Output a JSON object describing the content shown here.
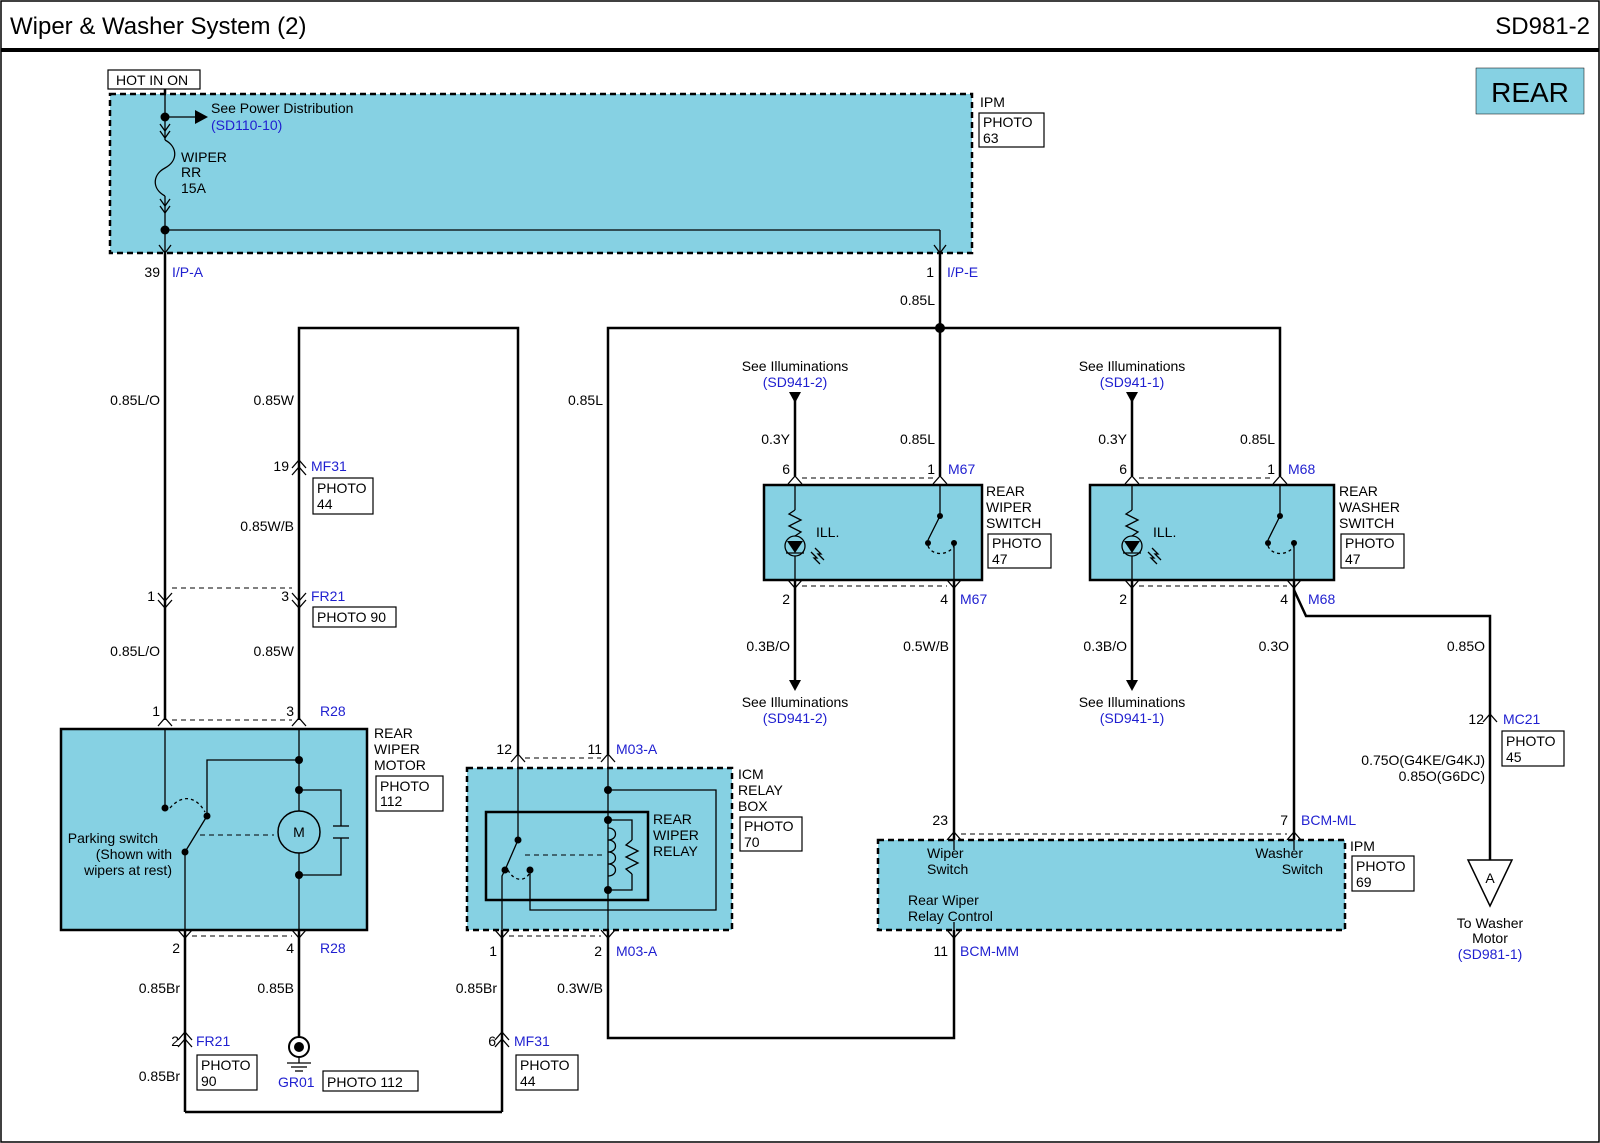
{
  "header": {
    "title": "Wiper & Washer System (2)",
    "code": "SD981-2",
    "rear_label": "REAR"
  },
  "colors": {
    "module_fill": "#86d1e3",
    "connector_text": "#1f1fd0",
    "line": "#000000"
  },
  "ipm_top": {
    "hot_label": "HOT IN ON",
    "name": "IPM",
    "photo_label": "PHOTO",
    "photo_num": "63",
    "power_ref": "See Power Distribution",
    "power_ref_code": "(SD110-10)",
    "fuse_lines": [
      "WIPER",
      "RR",
      "15A"
    ]
  },
  "pins": {
    "ipa_num": "39",
    "ipa": "I/P-A",
    "ipe_num": "1",
    "ipe": "I/P-E",
    "mf31_top_num": "19",
    "mf31": "MF31",
    "fr21_1": "1",
    "fr21_3": "3",
    "fr21": "FR21",
    "r28_1": "1",
    "r28_3": "3",
    "r28": "R28",
    "r28_2": "2",
    "r28_4": "4",
    "m03a_12": "12",
    "m03a_11": "11",
    "m03a": "M03-A",
    "m03a_1": "1",
    "m03a_2": "2",
    "m67_6": "6",
    "m67_1": "1",
    "m67": "M67",
    "m67_2": "2",
    "m67_4": "4",
    "m68_6": "6",
    "m68_1": "1",
    "m68": "M68",
    "m68_2": "2",
    "m68_4": "4",
    "mc21_12": "12",
    "mc21": "MC21",
    "bcm_23": "23",
    "bcm_7": "7",
    "bcm_ml": "BCM-ML",
    "bcm_11": "11",
    "bcm_mm": "BCM-MM",
    "fr21_bot_2": "2",
    "mf31_bot_6": "6",
    "gr01": "GR01"
  },
  "wires": {
    "w1": "0.85L/O",
    "w2": "0.85W",
    "w3": "0.85W/B",
    "w4": "0.85L/O",
    "w5": "0.85W",
    "w6": "0.85L",
    "w7": "0.85L",
    "w8": "0.3Y",
    "w9": "0.85L",
    "w10": "0.3Y",
    "w11": "0.85L",
    "w12": "0.3B/O",
    "w13": "0.5W/B",
    "w14": "0.3B/O",
    "w15": "0.3O",
    "w16": "0.85O",
    "w17": "0.75O(G4KE/G4KJ)",
    "w18": "0.85O(G6DC)",
    "w19": "0.85Br",
    "w20": "0.85B",
    "w21": "0.85Br",
    "w22": "0.3W/B",
    "w23": "0.85Br"
  },
  "photos": {
    "label": "PHOTO",
    "mf31": "44",
    "fr21": "PHOTO 90",
    "motor": "112",
    "icm": "70",
    "switch1": "47",
    "switch2": "47",
    "ipm2": "69",
    "mc21": "45",
    "fr21_bot": "90",
    "gr01": "PHOTO 112",
    "mf31_bot": "44"
  },
  "components": {
    "motor": [
      "REAR",
      "WIPER",
      "MOTOR"
    ],
    "motor_m": "M",
    "parking": [
      "Parking switch",
      "(Shown with",
      "wipers at rest)"
    ],
    "icm": [
      "ICM",
      "RELAY",
      "BOX"
    ],
    "relay": [
      "REAR",
      "WIPER",
      "RELAY"
    ],
    "wiper_switch": [
      "REAR",
      "WIPER",
      "SWITCH"
    ],
    "washer_switch": [
      "REAR",
      "WASHER",
      "SWITCH"
    ],
    "ill": "ILL.",
    "ipm2": "IPM",
    "ipm2_wiper": [
      "Wiper",
      "Switch"
    ],
    "ipm2_washer": [
      "Washer",
      "Switch"
    ],
    "ipm2_relay": [
      "Rear Wiper",
      "Relay Control"
    ],
    "connector_a": "A",
    "washer_motor": [
      "To Washer",
      "Motor"
    ],
    "washer_motor_ref": "(SD981-1)"
  },
  "refs": {
    "illum": "See Illuminations",
    "sd941_2": "(SD941-2)",
    "sd941_1": "(SD941-1)"
  }
}
